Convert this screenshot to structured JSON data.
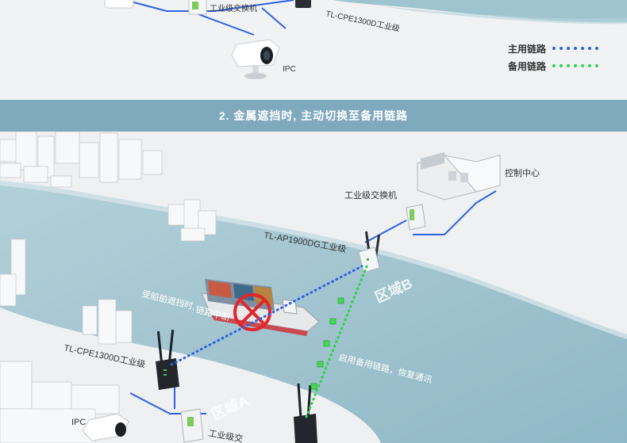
{
  "top": {
    "switch_label": "工业级交换机",
    "cpe_label": "TL-CPE1300D工业级",
    "ipc_label": "IPC"
  },
  "legend": {
    "primary_label": "主用链路",
    "backup_label": "备用链路",
    "primary_color": "#2f62e0",
    "backup_color": "#33d34b"
  },
  "banner": {
    "title": "2. 金属遮挡时, 主动切换至备用链路"
  },
  "scene": {
    "control_center": "控制中心",
    "switch_label": "工业级交换机",
    "ap_label": "TL-AP1900DG工业级",
    "cpe_label": "TL-CPE1300D工业级",
    "ipc_label": "IPC",
    "bottom_switch_label": "工业级交",
    "region_a": "区域A",
    "region_b": "区域B",
    "blocked_line1": "受船舶遮挡时,",
    "blocked_line2": "链路中断",
    "backup_note": "启用备用链路，恢复通讯"
  },
  "icons": [
    "ship-icon",
    "blocked-x-icon",
    "antenna-device-icon",
    "camera-icon",
    "switch-icon",
    "building-icon"
  ]
}
